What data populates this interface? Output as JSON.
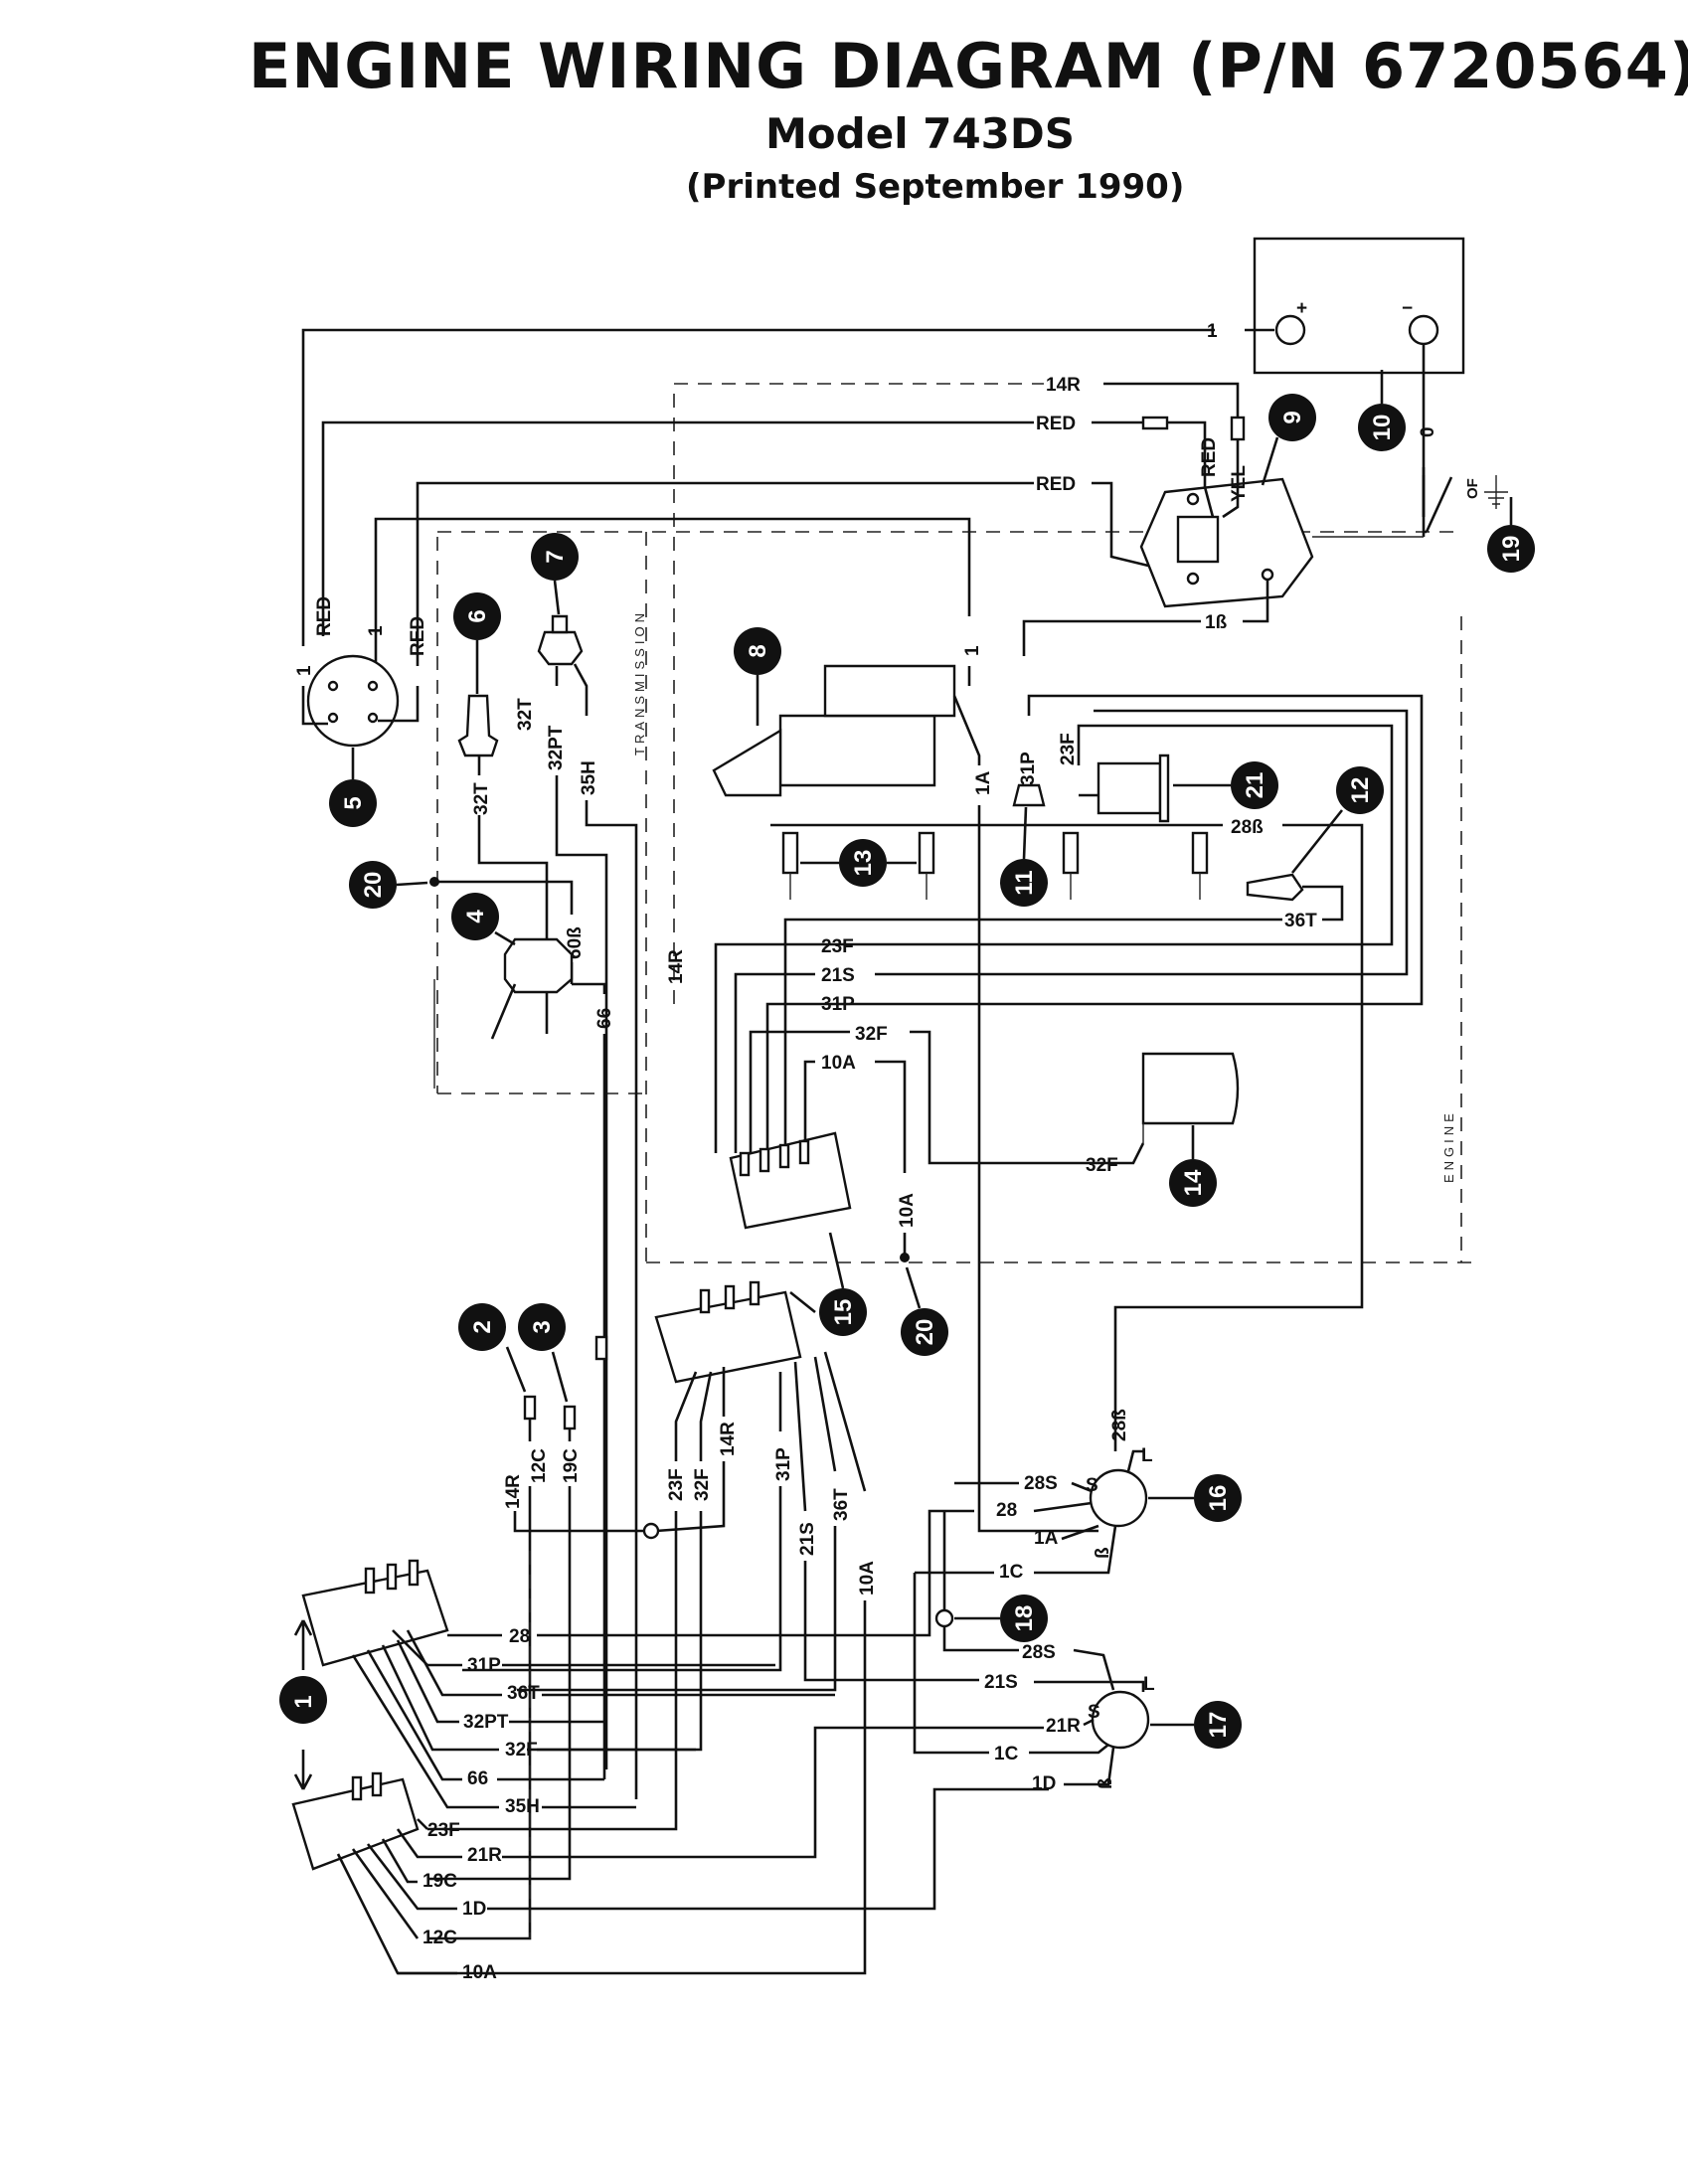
{
  "header": {
    "title": "ENGINE WIRING DIAGRAM (P/N 6720564)",
    "model": "Model 743DS",
    "printed": "(Printed September 1990)"
  },
  "regions": {
    "transmission": "TRANSMISSION",
    "engine": "ENGINE"
  },
  "battery": {
    "plus": "+",
    "minus": "−"
  },
  "ground_label": "OF",
  "callouts": [
    "1",
    "2",
    "3",
    "4",
    "5",
    "6",
    "7",
    "8",
    "9",
    "10",
    "11",
    "12",
    "13",
    "14",
    "15",
    "16",
    "17",
    "18",
    "19",
    "20",
    "21"
  ],
  "wires": {
    "w1": "1",
    "w14R": "14R",
    "wRED": "RED",
    "wYEL": "YEL",
    "w1B": "1ß",
    "w0": "0",
    "w32T": "32T",
    "w32PT": "32PT",
    "w35H": "35H",
    "w1A": "1A",
    "w31P": "31P",
    "w23F": "23F",
    "w28B": "28ß",
    "w60B": "60ß",
    "w66": "66",
    "w36T": "36T",
    "w21S": "21S",
    "w32F": "32F",
    "w10A": "10A",
    "w12C": "12C",
    "w19C": "19C",
    "w28S": "28S",
    "w28": "28",
    "w1C": "1C",
    "w21R": "21R",
    "w1D": "1D",
    "S": "S",
    "L": "L",
    "B": "ß"
  }
}
